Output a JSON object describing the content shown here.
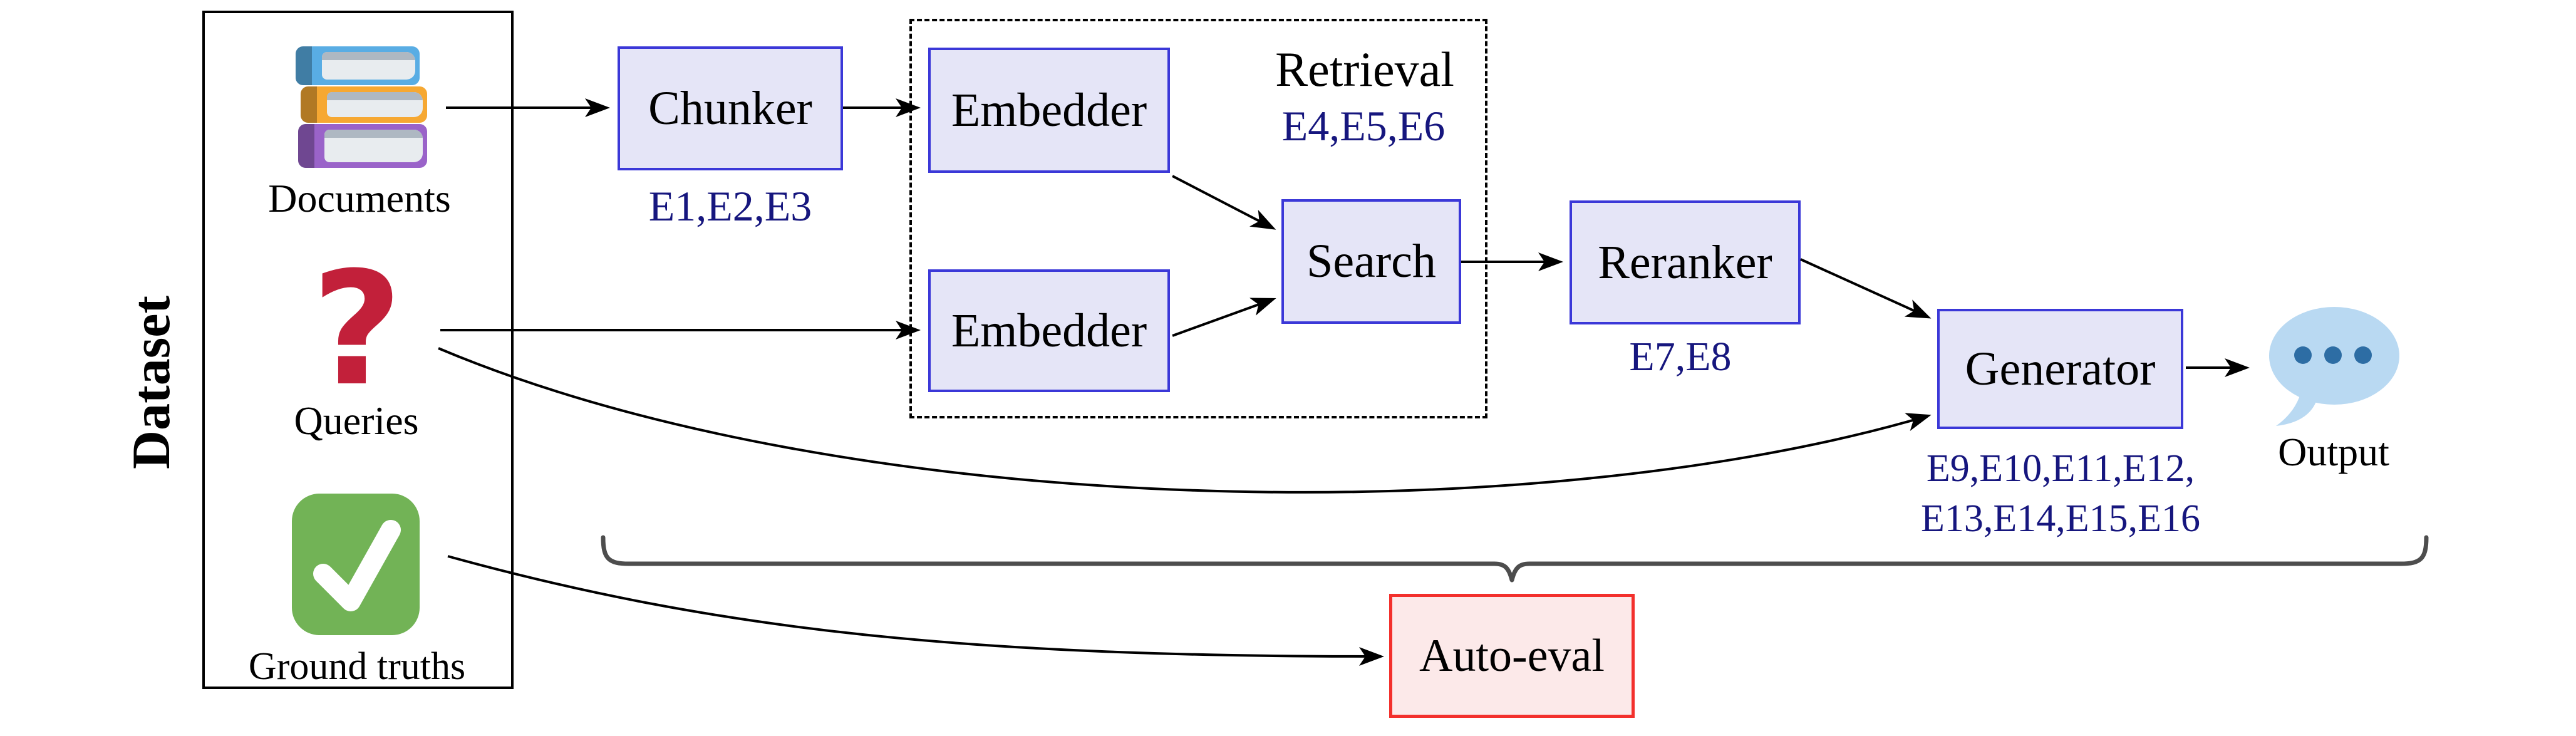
{
  "figure": {
    "dataset_panel": {
      "title": "Dataset",
      "items": [
        {
          "label": "Documents"
        },
        {
          "label": "Queries"
        },
        {
          "label": "Ground truths"
        }
      ]
    },
    "pipeline": {
      "chunker": {
        "label": "Chunker",
        "experiments": "E1,E2,E3"
      },
      "retrieval_group": {
        "label": "Retrieval",
        "experiments": "E4,E5,E6"
      },
      "embedder_top": {
        "label": "Embedder"
      },
      "embedder_bottom": {
        "label": "Embedder"
      },
      "search": {
        "label": "Search"
      },
      "reranker": {
        "label": "Reranker",
        "experiments": "E7,E8"
      },
      "generator": {
        "label": "Generator",
        "experiments_line1": "E9,E10,E11,E12,",
        "experiments_line2": "E13,E14,E15,E16"
      },
      "auto_eval": {
        "label": "Auto-eval"
      },
      "output": {
        "label": "Output"
      }
    },
    "icons": {
      "question_mark": "?"
    },
    "colors": {
      "node_fill": "#e5e5f7",
      "node_border": "#3b38d8",
      "experiment_text": "#16167e",
      "auto_eval_fill": "#fce9e9",
      "auto_eval_border": "#f3302c",
      "arrow": "#000000",
      "brace": "#4d4d4d",
      "speech_bubble": "#b9d9f2",
      "speech_dots": "#2d6da4",
      "question_mark": "#c2203a",
      "check_green": "#72b356",
      "book_blue": "#59ade4",
      "book_orange": "#f6a832",
      "book_purple": "#9a63c9"
    }
  }
}
